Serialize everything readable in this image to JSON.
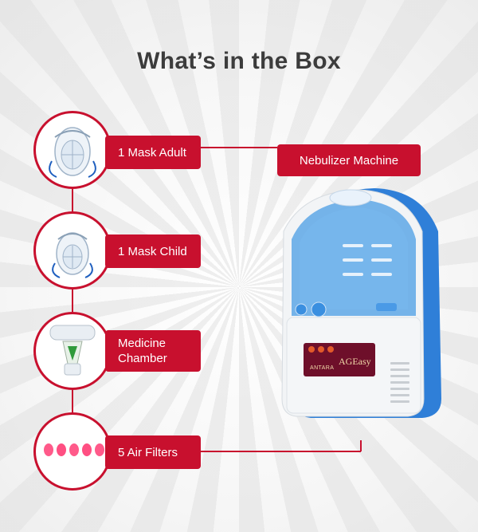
{
  "title": "What’s in the Box",
  "items": [
    {
      "label": "1 Mask Adult"
    },
    {
      "label": "1 Mask Child"
    },
    {
      "label": "Medicine\nChamber"
    },
    {
      "label": "5 Air Filters"
    }
  ],
  "machine": {
    "label": "Nebulizer Machine",
    "brand_left": "ANTARA",
    "brand_right": "AGEasy"
  },
  "colors": {
    "accent": "#c8102e",
    "machine_blue": "#2f7fd8",
    "machine_white": "#f2f4f6",
    "brand_panel": "#6e0f2a"
  }
}
